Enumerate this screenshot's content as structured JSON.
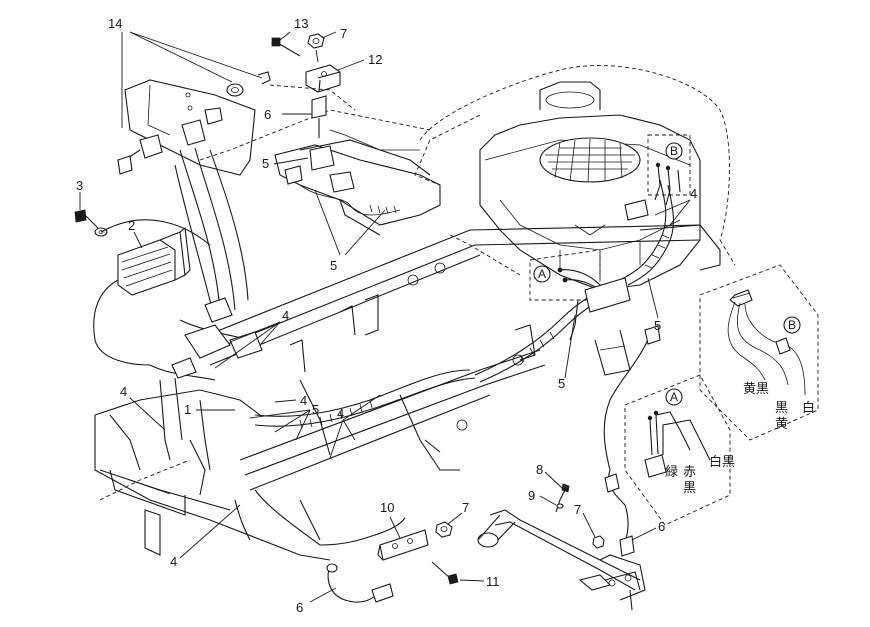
{
  "callouts": {
    "c1": "1",
    "c2": "2",
    "c3": "3",
    "c4a": "4",
    "c4b": "4",
    "c4c": "4",
    "c4d": "4",
    "c4e": "4",
    "c4f": "4",
    "c5a": "5",
    "c5b": "5",
    "c5c": "5",
    "c5d": "5",
    "c5e": "5",
    "c6a": "6",
    "c6b": "6",
    "c6c": "6",
    "c7a": "7",
    "c7b": "7",
    "c7c": "7",
    "c8": "8",
    "c9": "9",
    "c10": "10",
    "c11": "11",
    "c12": "12",
    "c13": "13",
    "c14": "14"
  },
  "connector_markers": {
    "a_main": "A",
    "b_main": "B",
    "a_detail": "A",
    "b_detail": "B"
  },
  "wire_colors_b": {
    "yellow_black": "黄黒",
    "black_yellow": "黒黄",
    "white": "白"
  },
  "wire_colors_a": {
    "green": "緑",
    "red_black": "赤黒",
    "white_black": "白黒"
  }
}
